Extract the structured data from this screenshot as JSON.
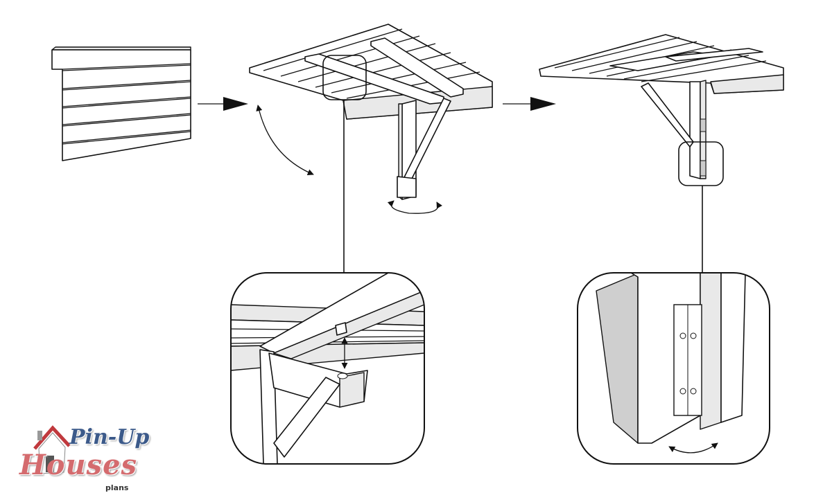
{
  "title": "Folding wall-mounted table assembly diagram",
  "logo": {
    "line1": "Pin-Up",
    "line2": "Houses",
    "line3": "plans"
  },
  "colors": {
    "line": "#111111",
    "panel": "#ffffff",
    "shade": "#e9e9e9",
    "logo_blue": "#3c5a8a",
    "logo_red": "#d46b6e"
  }
}
